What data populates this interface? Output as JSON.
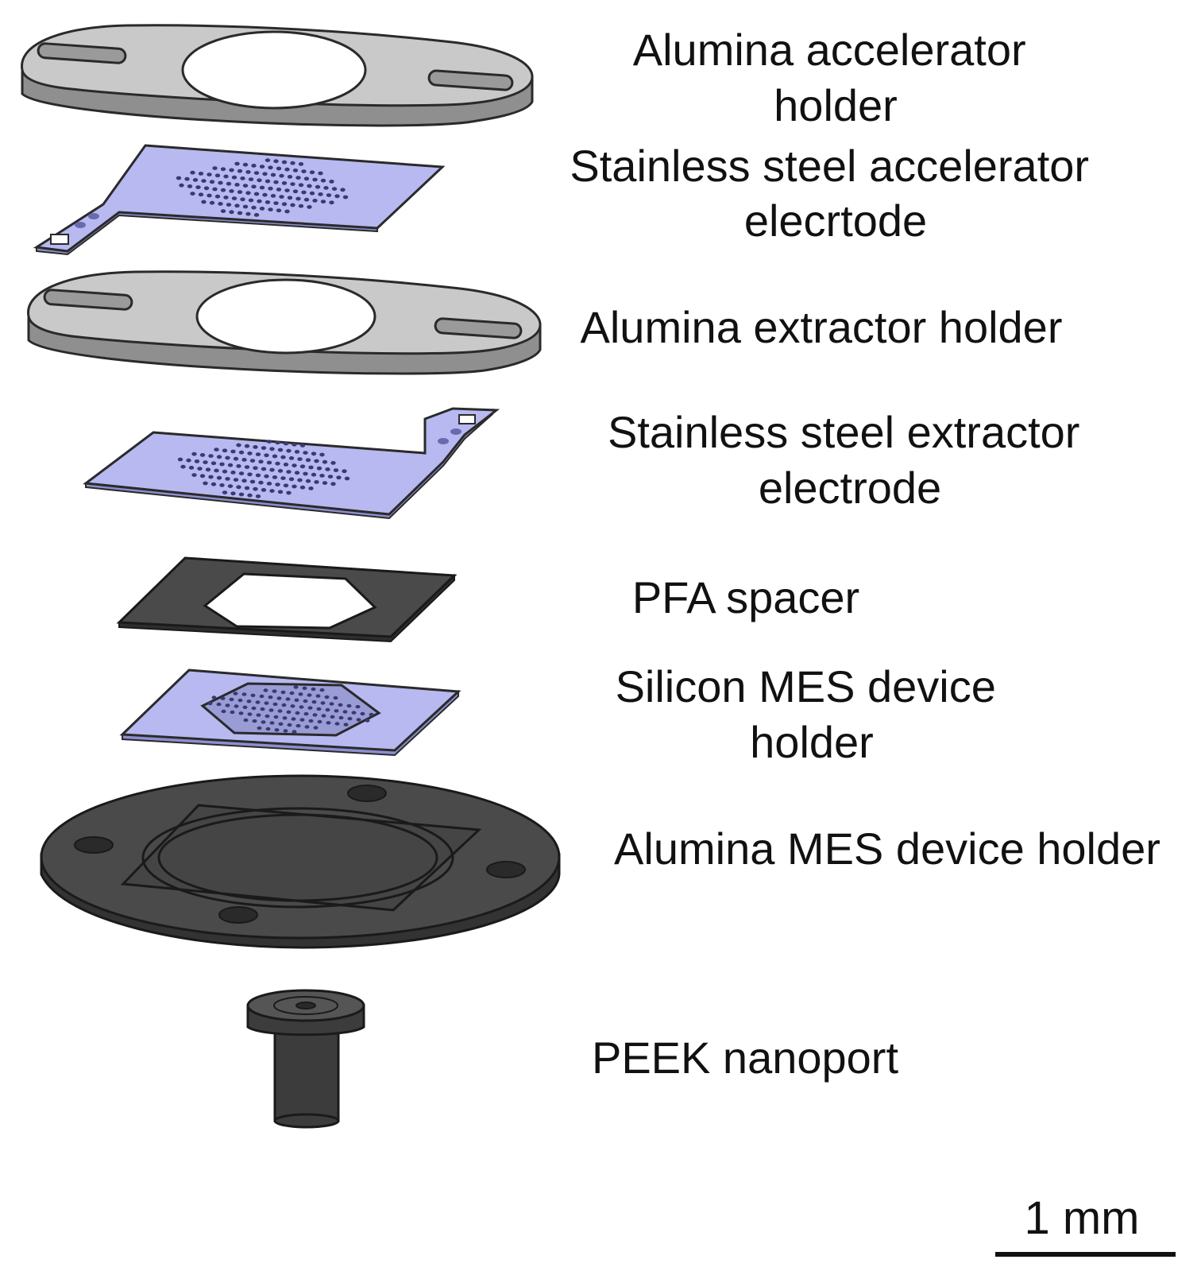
{
  "components": [
    {
      "id": "alumina-accelerator-holder",
      "label_lines": [
        "Alumina accelerator",
        "holder"
      ]
    },
    {
      "id": "stainless-steel-accelerator-electrode",
      "label_lines": [
        "Stainless steel accelerator",
        "elecrtode"
      ]
    },
    {
      "id": "alumina-extractor-holder",
      "label_lines": [
        "Alumina extractor holder"
      ]
    },
    {
      "id": "stainless-steel-extractor-electrode",
      "label_lines": [
        "Stainless steel extractor",
        "electrode"
      ]
    },
    {
      "id": "pfa-spacer",
      "label_lines": [
        "PFA spacer"
      ]
    },
    {
      "id": "silicon-mes-device-holder",
      "label_lines": [
        "Silicon MES device",
        "holder"
      ]
    },
    {
      "id": "alumina-mes-device-holder",
      "label_lines": [
        "Alumina MES device holder"
      ]
    },
    {
      "id": "peek-nanoport",
      "label_lines": [
        "PEEK nanoport"
      ]
    }
  ],
  "scale_bar": {
    "label": "1 mm"
  },
  "colors": {
    "alumina_top": "#c9c9c9",
    "alumina_side": "#8f8f8f",
    "steel_top": "#b7b9f0",
    "steel_side": "#8c8fd0",
    "dark_part": "#4a4a4a",
    "outline": "#2a2a2a"
  }
}
